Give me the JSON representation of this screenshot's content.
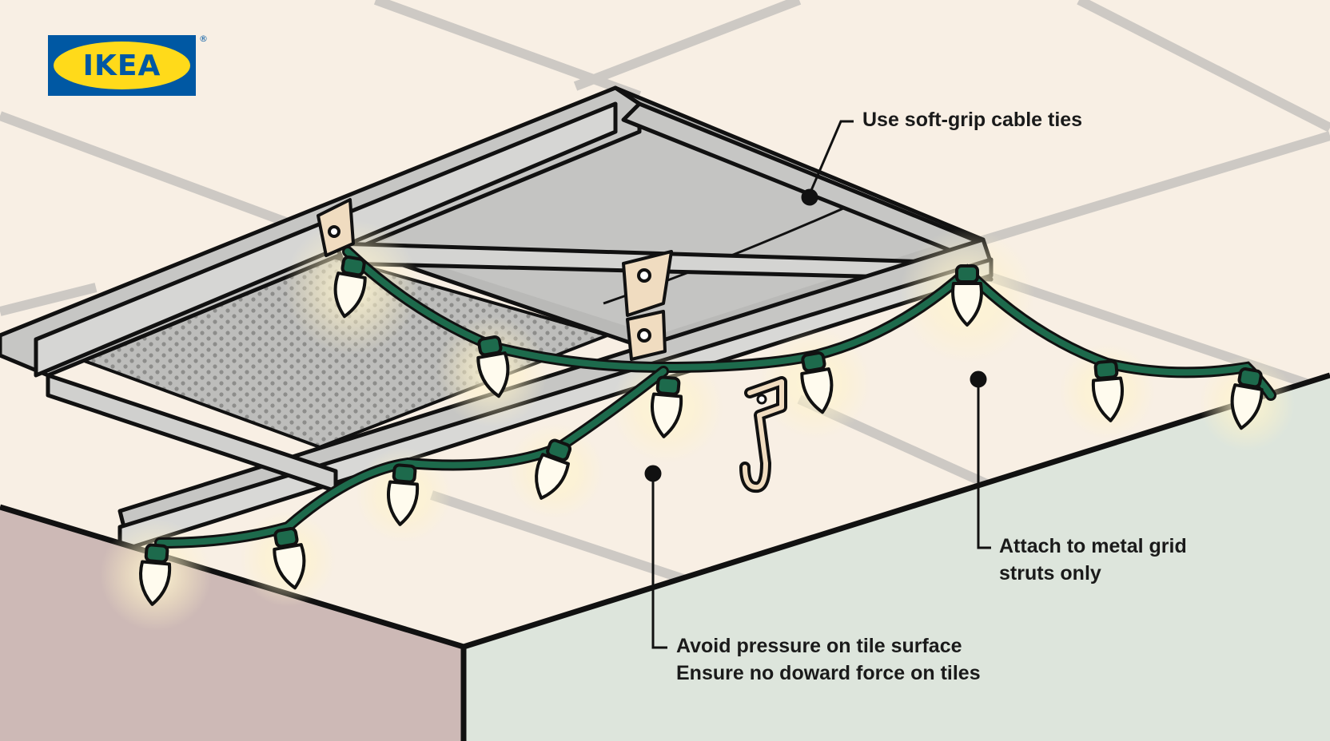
{
  "brand": {
    "name": "IKEA",
    "registered_mark": "®",
    "blue": "#0058a3",
    "yellow": "#ffda1a"
  },
  "callouts": {
    "cable_ties": "Use soft-grip cable ties",
    "grid_struts_line1": "Attach to metal grid",
    "grid_struts_line2": "struts only",
    "tile_pressure_line1": "Avoid pressure on tile surface",
    "tile_pressure_line2": "Ensure no doward force on tiles"
  },
  "colors": {
    "ceiling_tile": "#f8efe4",
    "grid_line": "#cdc9c4",
    "metal_frame": "#c6c6c4",
    "panel": "#b9b9b7",
    "left_wall": "#cdb9b6",
    "right_wall": "#dde5dc",
    "cord": "#1d6a4c",
    "bulb": "#fffbee",
    "bracket": "#f0dcc0",
    "outline": "#111111"
  },
  "icons": [
    "ikea-logo",
    "ceiling-clip-icon",
    "ceiling-hook-icon",
    "light-bulb-icon"
  ]
}
